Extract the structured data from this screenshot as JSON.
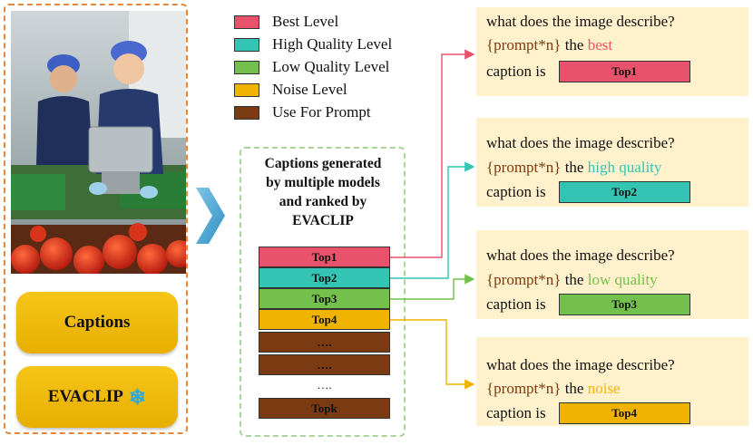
{
  "colors": {
    "best": "#e8526a",
    "high": "#33c4b4",
    "low": "#74c04c",
    "noise": "#f0b400",
    "prompt": "#7a3a12"
  },
  "legend": [
    {
      "label": "Best Level",
      "color": "#e8526a"
    },
    {
      "label": "High Quality Level",
      "color": "#33c4b4"
    },
    {
      "label": "Low Quality Level",
      "color": "#74c04c"
    },
    {
      "label": "Noise Level",
      "color": "#f0b400"
    },
    {
      "label": "Use For Prompt",
      "color": "#7a3a12"
    }
  ],
  "left_panel": {
    "captions_label": "Captions",
    "evaclip_label": "EVACLIP",
    "snowflake_glyph": "❄"
  },
  "ranked": {
    "title_lines": [
      "Captions generated",
      "by multiple models",
      "and ranked by",
      "EVACLIP"
    ],
    "items": [
      "Top1",
      "Top2",
      "Top3",
      "Top4",
      "….",
      "….",
      "…."
    ],
    "ellipsis": "….",
    "last": "Topk"
  },
  "cards": [
    {
      "question": "what does the image describe?",
      "prompt": "{prompt*n}",
      "the": "the",
      "quality": "best",
      "caption": "caption is",
      "box": "Top1"
    },
    {
      "question": "what does the image describe?",
      "prompt": "{prompt*n}",
      "the": "the",
      "quality": "high quality",
      "caption": "caption is",
      "box": "Top2"
    },
    {
      "question": "what does the image describe?",
      "prompt": "{prompt*n}",
      "the": "the",
      "quality": "low quality",
      "caption": "caption is",
      "box": "Top3"
    },
    {
      "question": "what does the image describe?",
      "prompt": "{prompt*n}",
      "the": "the",
      "quality": "noise",
      "caption": "caption is",
      "box": "Top4"
    }
  ]
}
